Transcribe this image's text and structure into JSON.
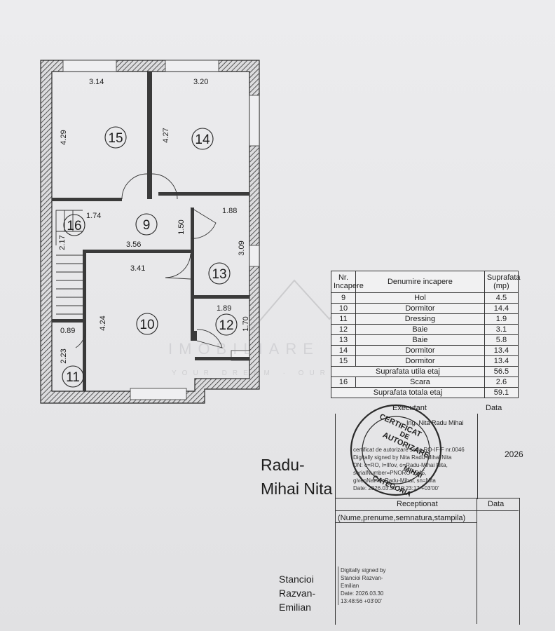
{
  "rooms": [
    {
      "num": "15",
      "dim_w": "3.14",
      "dim_h": "4.29"
    },
    {
      "num": "14",
      "dim_w": "3.20",
      "dim_h": "4.27"
    },
    {
      "num": "9",
      "dim_w": "3.56",
      "dim_h": "1.50"
    },
    {
      "num": "16",
      "dim_w": "1.74",
      "dim_h": "2.17"
    },
    {
      "num": "13",
      "dim_w": "1.88",
      "dim_h": "3.09"
    },
    {
      "num": "10",
      "dim_w": "3.41",
      "dim_h": "4.24"
    },
    {
      "num": "12",
      "dim_w": "1.89",
      "dim_h": "1.70"
    },
    {
      "num": "11",
      "dim_w": "0.89",
      "dim_h": "2.23"
    }
  ],
  "watermark": {
    "brand": "IMOBILIARE",
    "slogan": "YOUR DREAM · OUR"
  },
  "table": {
    "headers": {
      "nr": "Nr. Incapere",
      "name": "Denumire incapere",
      "area": "Suprafata (mp)"
    },
    "rows": [
      {
        "nr": "9",
        "name": "Hol",
        "area": "4.5"
      },
      {
        "nr": "10",
        "name": "Dormitor",
        "area": "14.4"
      },
      {
        "nr": "11",
        "name": "Dressing",
        "area": "1.9"
      },
      {
        "nr": "12",
        "name": "Baie",
        "area": "3.1"
      },
      {
        "nr": "13",
        "name": "Baie",
        "area": "5.8"
      },
      {
        "nr": "14",
        "name": "Dormitor",
        "area": "13.4"
      },
      {
        "nr": "15",
        "name": "Dormitor",
        "area": "13.4"
      }
    ],
    "usable_label": "Suprafata utila etaj",
    "usable_value": "56.5",
    "stair": {
      "nr": "16",
      "name": "Scara",
      "area": "2.6"
    },
    "total_label": "Suprafata totala etaj",
    "total_value": "59.1"
  },
  "executant": {
    "label": "Executant",
    "data_label": "Data",
    "engineer": "Ing. Nita Radu Mihai",
    "signature_lines": [
      "certificat de autorizare seria RO-IF-F nr.0046",
      "Digitally signed by Nita Radu-Mihai Nita",
      "DN: c=RO, l=Ilfov, o=Radu-Mihai Nita,",
      "serialNumber=PNORO-1945,",
      "givenName=Radu-Mihai, sn=Nita",
      "Date: 2026.03.30 10:23:17 +03'00'"
    ],
    "year": "2026",
    "signer_name_line1": "Radu-",
    "signer_name_line2": "Mihai Nita"
  },
  "stamp": {
    "line1": "CERTIFICAT",
    "line2": "DE",
    "line3": "AUTORIZARE",
    "line4": "MIHAI",
    "line5": "CATEGORIA"
  },
  "receptionat": {
    "label": "Receptionat",
    "data_label": "Data",
    "fields": "(Nume,prenume,semnatura,stampila)",
    "signature_lines": [
      "Digitally signed by",
      "Stancioi Razvan-",
      "Emilian",
      "Date: 2026.03.30",
      "13:48:56 +03'00'"
    ],
    "signer_line1": "Stancioi",
    "signer_line2": "Razvan-",
    "signer_line3": "Emilian"
  },
  "colors": {
    "wall": "#3a3a3a",
    "paper": "#ebebed",
    "ink": "#1c1c1c",
    "stamp": "#2a2a2a"
  }
}
